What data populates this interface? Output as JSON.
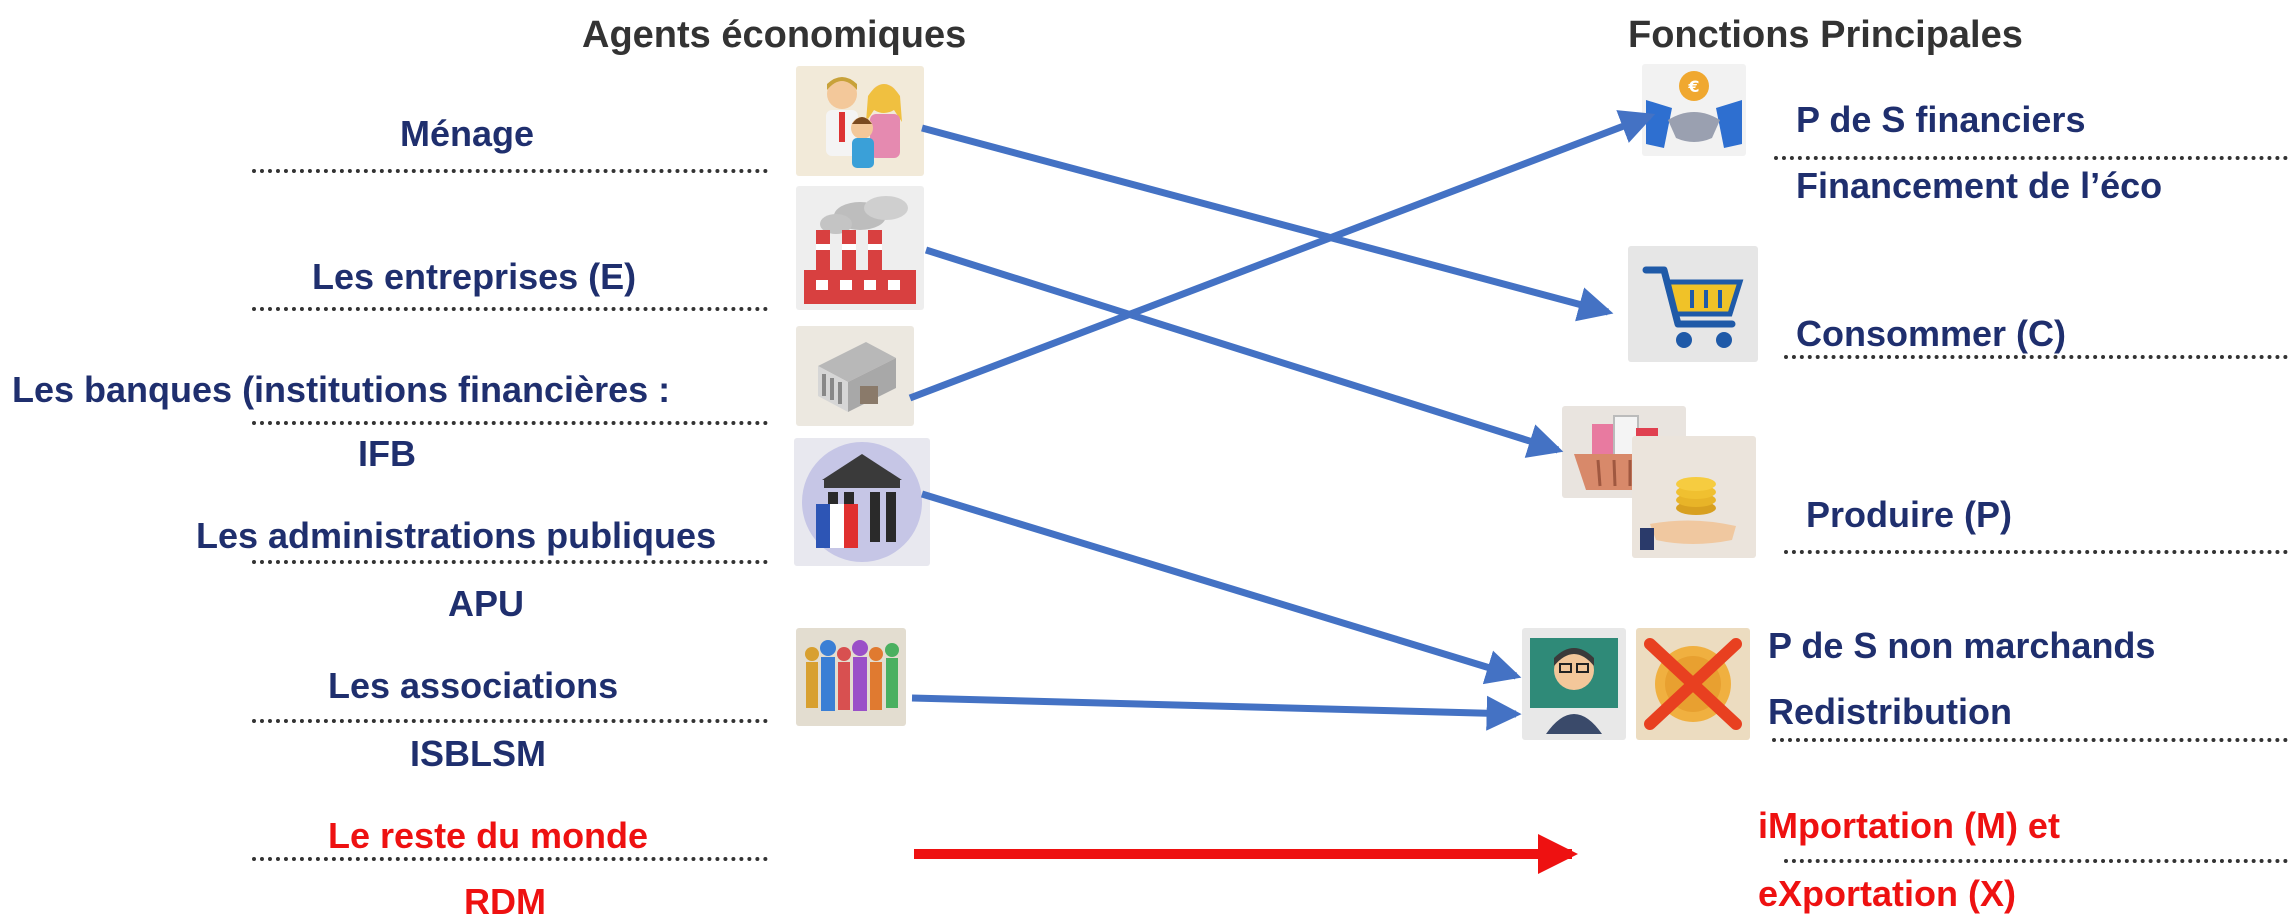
{
  "headers": {
    "agents": "Agents économiques",
    "functions": "Fonctions Principales"
  },
  "agents": {
    "menage": "Ménage",
    "entreprises": "Les entreprises  (E)",
    "banques": "Les banques (institutions financières :",
    "banques_abbr": "IFB",
    "apu": "Les administrations publiques",
    "apu_abbr": "APU",
    "associations": "Les associations",
    "associations_abbr": "ISBLSM",
    "rdm": "Le reste du monde",
    "rdm_abbr": "RDM"
  },
  "functions": {
    "financiers": "P de S financiers",
    "financement": "Financement de l’éco",
    "consommer": "Consommer (C)",
    "produire": "Produire (P)",
    "non_marchands": "P de S non marchands",
    "redistribution": "Redistribution",
    "importation": "iMportation (M) et",
    "exportation": "eXportation (X)"
  },
  "colors": {
    "agent_text": "#1f2f6e",
    "red_text": "#ee1111",
    "arrow_blue": "#4472c4",
    "arrow_red": "#ee1111"
  },
  "icons": [
    "family-icon",
    "factory-icon",
    "bank-icon",
    "government-icon",
    "people-icon",
    "handshake-icon",
    "cart-icon",
    "basket-icon",
    "coins-hand-icon",
    "teacher-icon",
    "cancelled-coin-icon"
  ]
}
